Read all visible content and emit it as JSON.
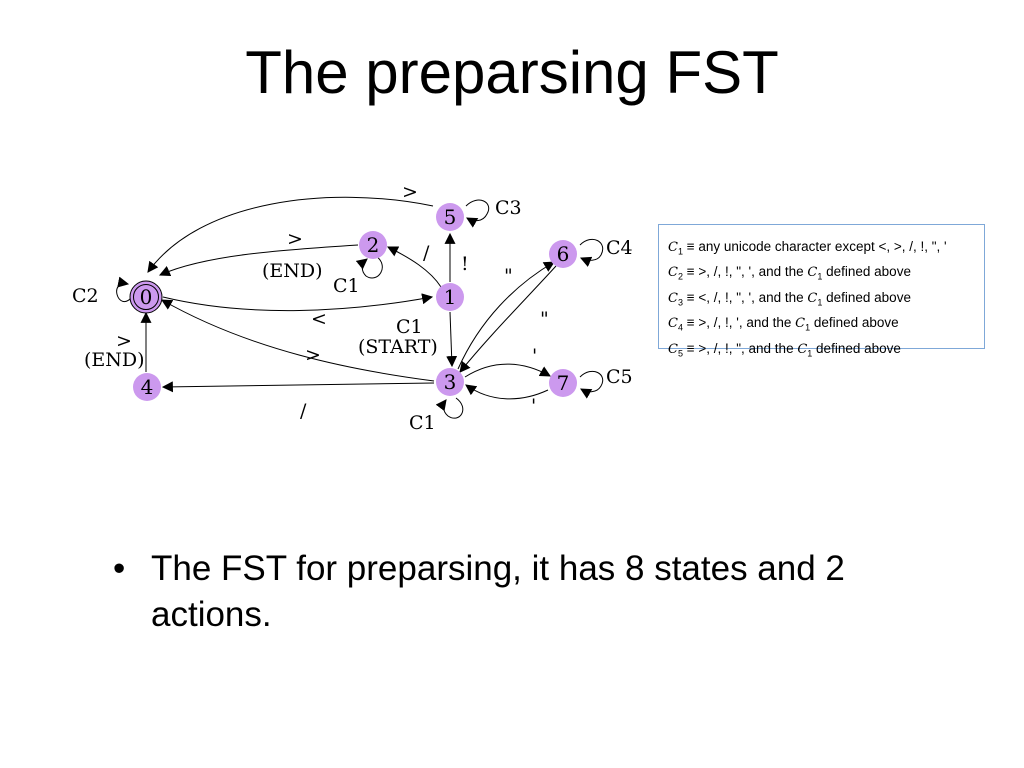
{
  "title": "The preparsing FST",
  "diagram": {
    "states": [
      "0",
      "1",
      "2",
      "3",
      "4",
      "5",
      "6",
      "7"
    ],
    "labels": {
      "e05": ">",
      "e20": ">",
      "e10": "<",
      "e30": ">",
      "e04": ">",
      "e34": "/",
      "e12": "/",
      "e15": "!",
      "e36": "\"",
      "e63": "\"",
      "e37": "'",
      "e73": "'",
      "loop0": "C2",
      "loop2": "C1",
      "loop5": "C3",
      "loop6": "C4",
      "loop7": "C5",
      "loop3": "C1",
      "e13": "C1",
      "end2": "(END)",
      "end4": "(END)",
      "start": "(START)"
    }
  },
  "legend": [
    {
      "sym": "C",
      "idx": "1",
      "text": " ≡ any unicode character except <, >, /, !, \", '",
      "ref": "",
      "sub": "",
      "tail": ""
    },
    {
      "sym": "C",
      "idx": "2",
      "text": " ≡ >, /, !, \", ', and the ",
      "ref": "C",
      "sub": "1",
      "tail": " defined above"
    },
    {
      "sym": "C",
      "idx": "3",
      "text": " ≡ <, /, !, \", ', and the ",
      "ref": "C",
      "sub": "1",
      "tail": " defined above"
    },
    {
      "sym": "C",
      "idx": "4",
      "text": " ≡ >, /, !, ', and the ",
      "ref": "C",
      "sub": "1",
      "tail": " defined above"
    },
    {
      "sym": "C",
      "idx": "5",
      "text": " ≡ >, /, !, \", and the ",
      "ref": "C",
      "sub": "1",
      "tail": " defined above"
    }
  ],
  "bullets": [
    "The FST for preparsing, it has 8 states and 2 actions."
  ],
  "colors": {
    "state_fill": "#cc99ee",
    "legend_border": "#7fa8d8"
  }
}
